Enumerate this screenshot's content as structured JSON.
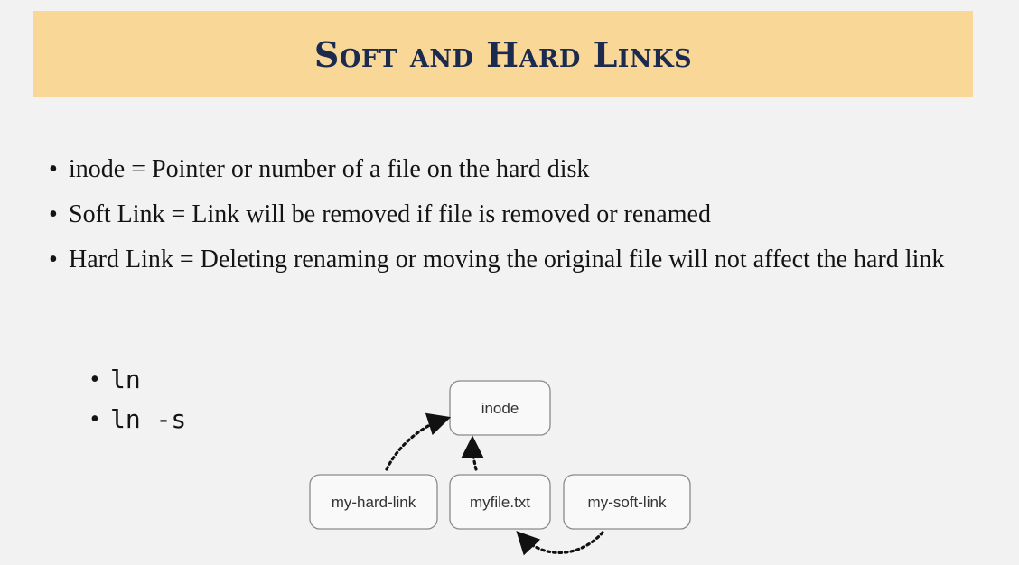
{
  "slide": {
    "title": "Soft and Hard Links",
    "bullets": [
      "inode = Pointer or number of a file on the hard disk",
      "Soft Link = Link will be removed if file is removed or renamed",
      "Hard Link = Deleting renaming or moving the original file will not affect the hard link"
    ],
    "commands": [
      "ln",
      "ln -s"
    ]
  },
  "diagram": {
    "nodes": {
      "inode": "inode",
      "hard_link": "my-hard-link",
      "file": "myfile.txt",
      "soft_link": "my-soft-link"
    },
    "edges": [
      {
        "from": "my-hard-link",
        "to": "inode"
      },
      {
        "from": "myfile.txt",
        "to": "inode"
      },
      {
        "from": "my-soft-link",
        "to": "myfile.txt"
      }
    ]
  },
  "colors": {
    "banner": "#f9d797",
    "title_text": "#1b2a4f",
    "background": "#f2f2f2"
  }
}
